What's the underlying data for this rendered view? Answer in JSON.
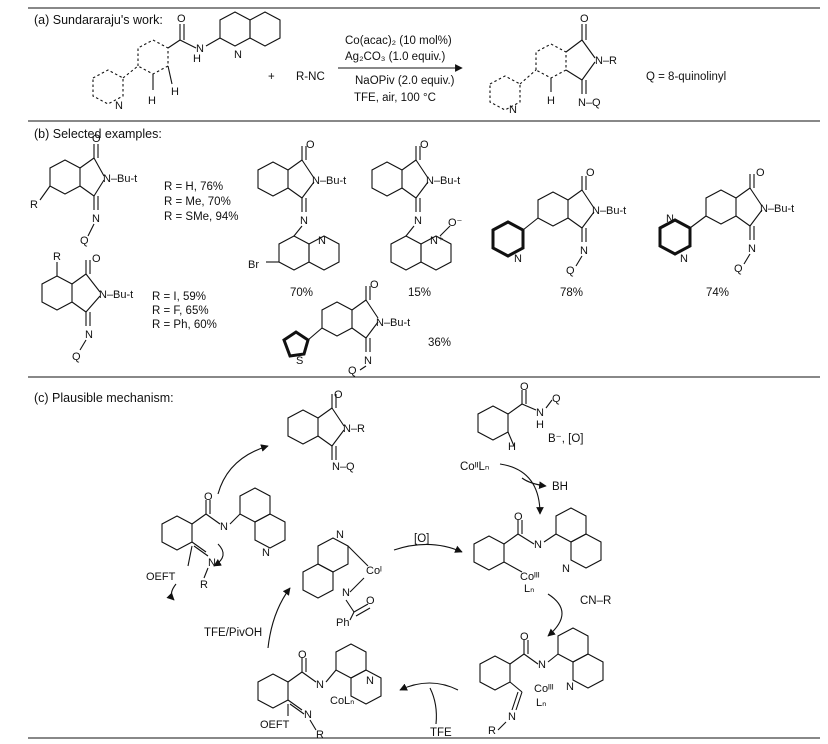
{
  "sections": {
    "a_title": "(a) Sundararaju's work:",
    "b_title": "(b) Selected examples:",
    "c_title": "(c) Plausible mechanism:"
  },
  "scheme_a": {
    "plus": "+",
    "reagent": "R-NC",
    "cond_1": "Co(acac)₂ (10 mol%)",
    "cond_2": "Ag₂CO₃ (1.0 equiv.)",
    "cond_3": "NaOPiv (2.0 equiv.)",
    "cond_4": "TFE, air, 100 °C",
    "q_def": "Q = 8-quinolinyl"
  },
  "examples": {
    "ex1_r": [
      "R = H, 76%",
      "R = Me, 70%",
      "R = SMe, 94%"
    ],
    "ex2_r": [
      "R = I, 59%",
      "R = F, 65%",
      "R = Ph, 60%"
    ],
    "yields": {
      "br_quinoline": "70%",
      "n_oxide": "15%",
      "pyridyl": "78%",
      "pyrimidyl": "74%",
      "thienyl": "36%"
    }
  },
  "mechanism": {
    "b_o": "B⁻, [O]",
    "co2": "CoᴵᴵLₙ",
    "bh": "BH",
    "ox": "[O]",
    "cn_r": "CN–R",
    "tfe": "TFE",
    "tfe_pivoh": "TFE/PivOH",
    "oeft_1": "OEFT",
    "oeft_2": "OEFT"
  },
  "atoms": {
    "O": "O",
    "N": "N",
    "H": "H",
    "NH": "N",
    "Q": "Q",
    "R": "R",
    "S": "S",
    "Br": "Br",
    "Ph": "Ph",
    "NR": "N–R",
    "NBut": "N–Bu-t",
    "NQ": "N–Q",
    "Nplus": "N⁺",
    "Ominus": "O⁻",
    "CoI": "Coᴵ",
    "CoIII": "Coᴵᴵᴵ",
    "CoLn": "CoLₙ",
    "Ln": "Lₙ"
  }
}
